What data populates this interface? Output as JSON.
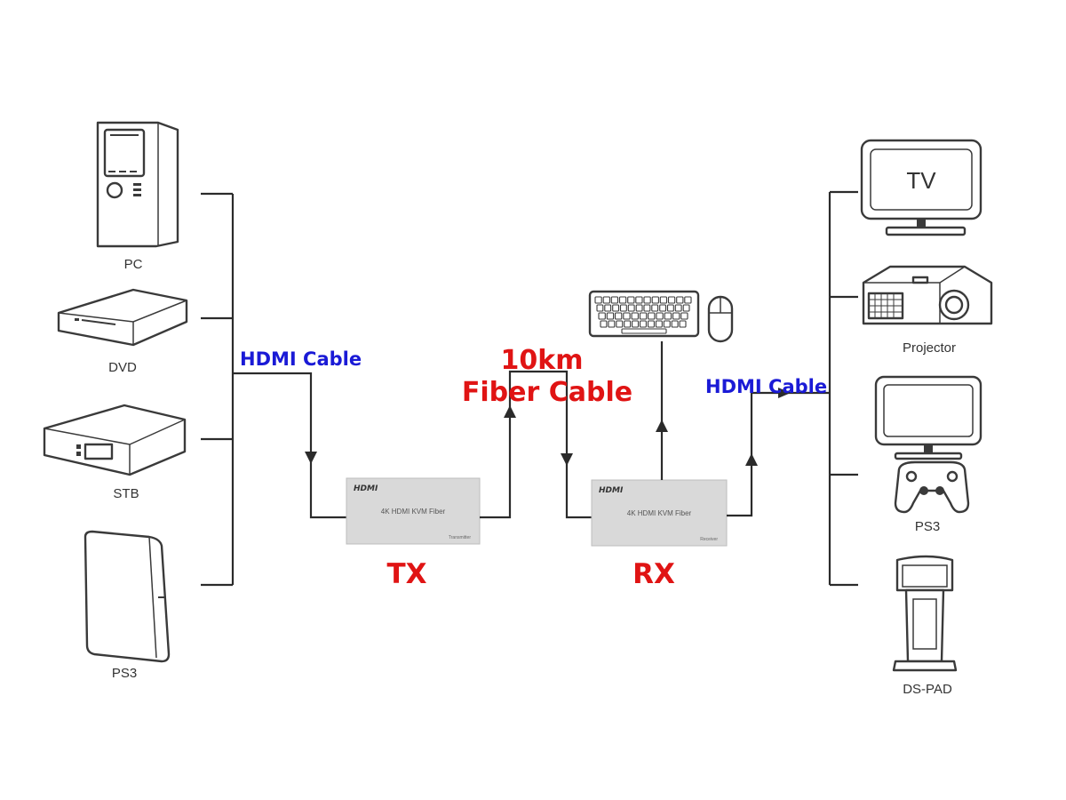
{
  "sources": [
    {
      "label": "PC",
      "icon": "pc-tower-icon"
    },
    {
      "label": "DVD",
      "icon": "dvd-player-icon"
    },
    {
      "label": "STB",
      "icon": "set-top-box-icon"
    },
    {
      "label": "PS3",
      "icon": "ps3-console-icon"
    }
  ],
  "displays": [
    {
      "label": "",
      "screen_text": "TV",
      "icon": "tv-icon"
    },
    {
      "label": "Projector",
      "icon": "projector-icon"
    },
    {
      "label": "PS3",
      "icon": "monitor-gamepad-icon"
    },
    {
      "label": "DS-PAD",
      "icon": "kiosk-display-icon"
    }
  ],
  "cables": {
    "input_label": "HDMI Cable",
    "fiber_distance": "10km",
    "fiber_label": "Fiber Cable",
    "output_label": "HDMI Cable"
  },
  "transmitter": {
    "label": "TX",
    "logo": "HDMI",
    "model": "4K HDMI KVM Fiber",
    "role": "Transmitter"
  },
  "receiver": {
    "label": "RX",
    "logo": "HDMI",
    "model": "4K HDMI KVM Fiber",
    "role": "Receiver"
  },
  "peripherals": [
    {
      "icon": "keyboard-icon"
    },
    {
      "icon": "mouse-icon"
    }
  ],
  "colors": {
    "cable_label": "#1a1ad6",
    "fiber_label": "#e01414",
    "unit_label": "#e01414",
    "line": "#2b2b2b",
    "device_box": "#d9d9d9"
  }
}
